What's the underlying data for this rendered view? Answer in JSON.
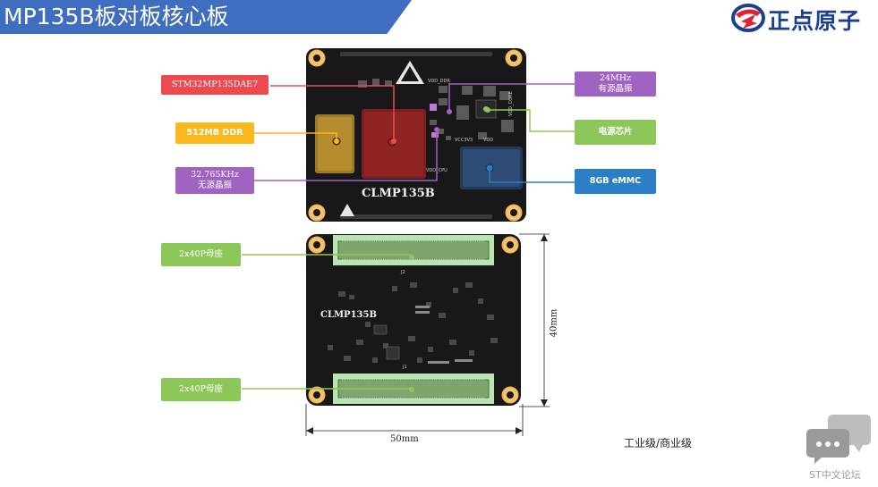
{
  "header": {
    "title": "MP135B板对板核心板"
  },
  "logo": {
    "text": "正点原子",
    "colors": {
      "red": "#e0242f",
      "blue": "#1d3f8f"
    }
  },
  "callouts": {
    "cpu": "STM32MP135DAE7",
    "ddr": "512MB DDR",
    "rtc_crystal": "32.765KHz\n无源晶振",
    "main_crystal": "24MHz\n有源晶振",
    "pmic": "电源芯片",
    "emmc": "8GB eMMC",
    "connector_top": "2x40P母座",
    "connector_bottom": "2x40P母座"
  },
  "board": {
    "front_label": "CLMP135B",
    "back_label": "CLMP135B",
    "silkscreen": {
      "ddr_net": "VDD_DDR",
      "core_net": "VDD_CORE",
      "cpu_net": "VDD_CPU",
      "vdd": "VDD",
      "v3v3": "VCC3V3",
      "j2": "J2",
      "j1": "J1"
    }
  },
  "dimensions": {
    "height": "40mm",
    "width": "50mm"
  },
  "grade": "工业级/商业级",
  "watermark": "ST中文论坛",
  "colors": {
    "pcb": "#181818",
    "header_band": "#3f6dbf",
    "mount_hole": "#f6c36a"
  }
}
